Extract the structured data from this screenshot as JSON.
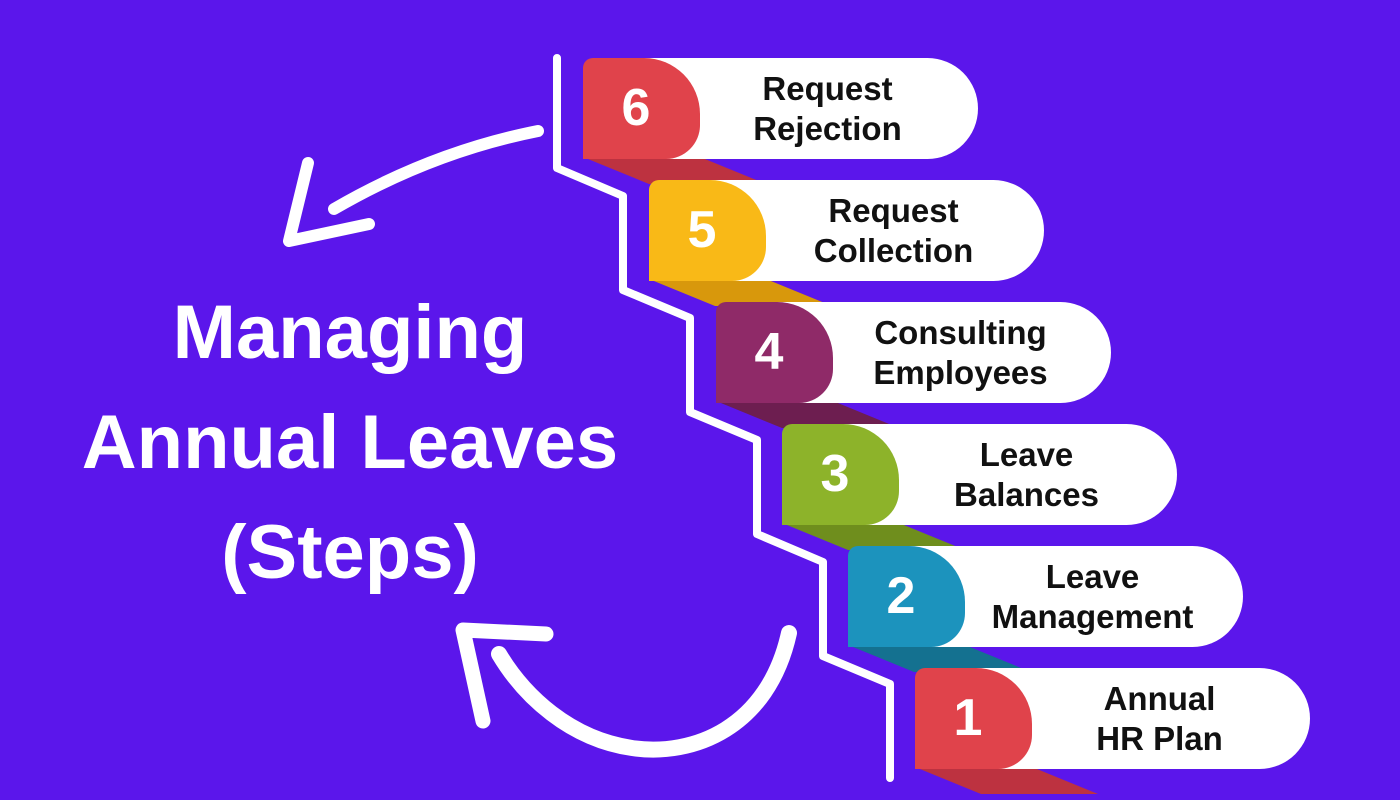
{
  "background_color": "#5B16EB",
  "title": {
    "line1": "Managing",
    "line2": "Annual Leaves",
    "line3": "(Steps)",
    "color": "#FFFFFF"
  },
  "decorations": {
    "color": "#FFFFFF",
    "staircase_line": "white-zigzag-staircase-line",
    "top_arrow": "curved-arrow-pointing-down-left",
    "bottom_arrow": "curved-arrow-pointing-up-left"
  },
  "steps": [
    {
      "number": "6",
      "label": "Request\nRejection",
      "color": "#E0434B",
      "fold_color": "#BD3240"
    },
    {
      "number": "5",
      "label": "Request\nCollection",
      "color": "#F9B917",
      "fold_color": "#D8980C"
    },
    {
      "number": "4",
      "label": "Consulting\nEmployees",
      "color": "#8F2A68",
      "fold_color": "#6D1E50"
    },
    {
      "number": "3",
      "label": "Leave\nBalances",
      "color": "#8DB32A",
      "fold_color": "#6F8E1D"
    },
    {
      "number": "2",
      "label": "Leave\nManagement",
      "color": "#1C93BD",
      "fold_color": "#147190"
    },
    {
      "number": "1",
      "label": "Annual\nHR Plan",
      "color": "#E0434B",
      "fold_color": "#BD3240"
    }
  ]
}
